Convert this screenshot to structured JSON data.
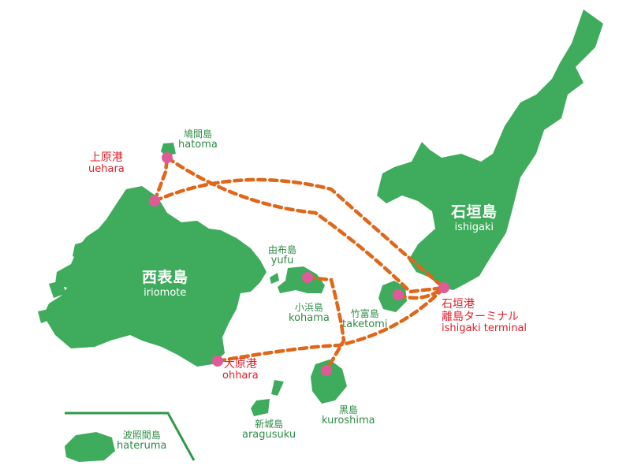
{
  "colors": {
    "land": "#3fab5c",
    "route": "#e0661a",
    "port": "#e05a9a",
    "red_text": "#e0202a",
    "green_text": "#2e8b47",
    "inset_line": "#2e9a47"
  },
  "islands": {
    "iriomote": {
      "ja": "西表島",
      "en": "iriomote"
    },
    "ishigaki": {
      "ja": "石垣島",
      "en": "ishigaki"
    },
    "hatoma": {
      "ja": "鳩間島",
      "en": "hatoma"
    },
    "yufu": {
      "ja": "由布島",
      "en": "yufu"
    },
    "kohama": {
      "ja": "小浜島",
      "en": "kohama"
    },
    "taketomi": {
      "ja": "竹富島",
      "en": "taketomi"
    },
    "kuroshima": {
      "ja": "黒島",
      "en": "kuroshima"
    },
    "aragusuku": {
      "ja": "新城島",
      "en": "aragusuku"
    },
    "hateruma": {
      "ja": "波照間島",
      "en": "hateruma"
    }
  },
  "ports": {
    "uehara": {
      "ja": "上原港",
      "en": "uehara"
    },
    "ohhara": {
      "ja": "大原港",
      "en": "ohhara"
    },
    "ishigaki_terminal": {
      "ja": "石垣港",
      "ja2": "離島ターミナル",
      "en": "ishigaki terminal"
    }
  }
}
